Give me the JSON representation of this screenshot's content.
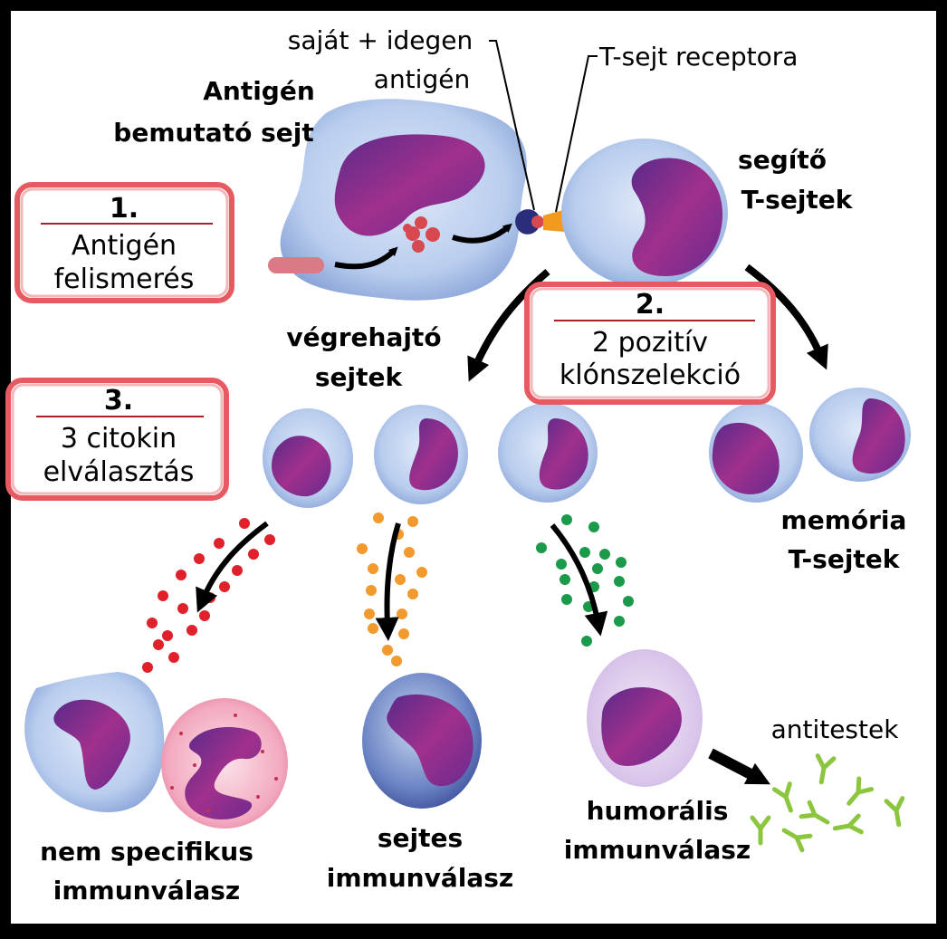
{
  "labels": {
    "antigen_top": "saját + idegen",
    "antigen_bottom": "antigén",
    "receptor": "T-sejt receptora",
    "apc_line1": "Antigén",
    "apc_line2": "bemutató sejt",
    "helper_line1": "segítő",
    "helper_line2": "T-sejtek",
    "effector_line1": "végrehajtó",
    "effector_line2": "sejtek",
    "memory_line1": "memória",
    "memory_line2": "T-sejtek",
    "antibodies": "antitestek",
    "nonspecific_line1": "nem specifikus",
    "nonspecific_line2": "immunválasz",
    "cellular_line1": "sejtes",
    "cellular_line2": "immunválasz",
    "humoral_line1": "humorális",
    "humoral_line2": "immunválasz"
  },
  "steps": [
    {
      "number": "1.",
      "line1": "Antigén",
      "line2": "felismerés"
    },
    {
      "number": "2.",
      "line1": "2 pozitív",
      "line2": "klónszelekció"
    },
    {
      "number": "3.",
      "line1": "3 citokin",
      "line2": "elválasztás"
    }
  ],
  "colors": {
    "background": "#ffffff",
    "frame": "#000000",
    "cell_body": "#b9cdee",
    "nucleus": "#7a2a8c",
    "step_border": "#e85a62",
    "cytokine_red": "#e0202a",
    "cytokine_orange": "#f29a2e",
    "cytokine_green": "#1a9a4a",
    "antibody": "#8cc63f",
    "receptor": "#f29a1e"
  }
}
